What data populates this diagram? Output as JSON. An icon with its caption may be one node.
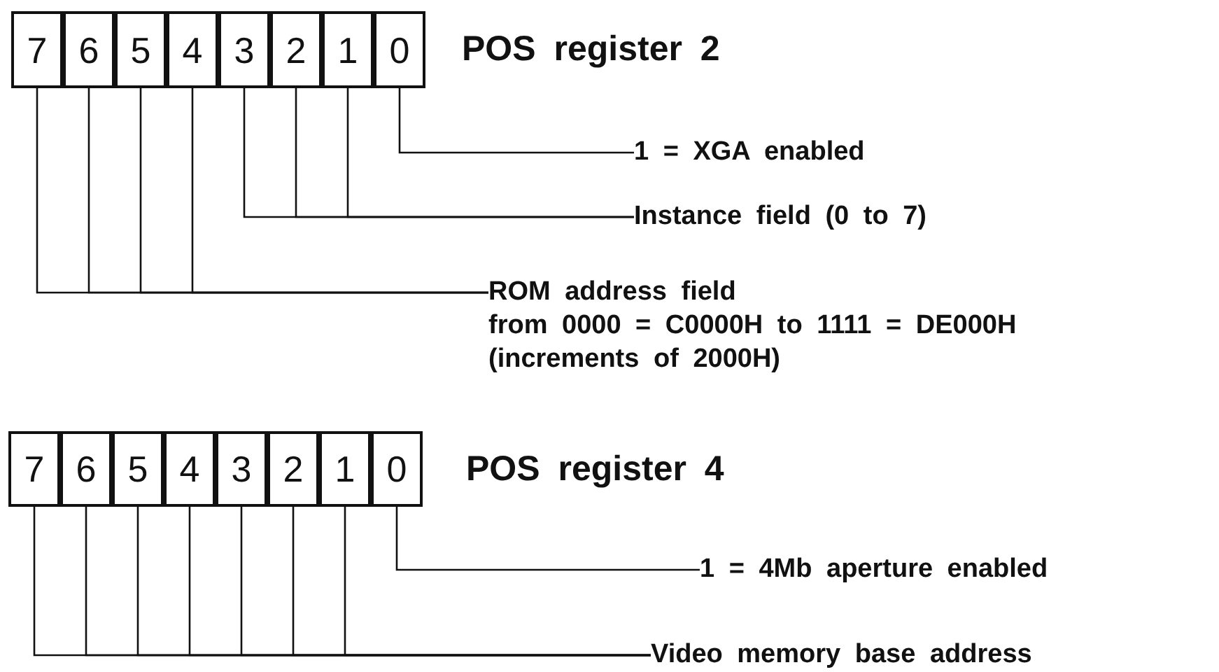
{
  "diagram": {
    "nodes": [
      {
        "text": [
          "7"
        ]
      },
      {
        "text": [
          "6"
        ]
      },
      {
        "text": [
          "5"
        ]
      },
      {
        "text": [
          "4"
        ]
      },
      {
        "text": [
          "3"
        ]
      },
      {
        "text": [
          "2"
        ]
      },
      {
        "text": [
          "1"
        ]
      },
      {
        "text": [
          "0"
        ]
      },
      {
        "text": [
          "1 =  XGA enabled"
        ]
      },
      {
        "text": [
          "Instance field (0 to 7)"
        ]
      },
      {
        "text": [
          "ROM address field",
          "from 0000 = C0000H to 1111 =  DE000H",
          "(increments of 2000H)"
        ]
      },
      {
        "text": [
          "7"
        ]
      },
      {
        "text": [
          "6"
        ]
      },
      {
        "text": [
          "5"
        ]
      },
      {
        "text": [
          "4"
        ]
      },
      {
        "text": [
          "3"
        ]
      },
      {
        "text": [
          "2"
        ]
      },
      {
        "text": [
          "1"
        ]
      },
      {
        "text": [
          "0"
        ]
      },
      {
        "text": [
          "1 = 4Mb aperture enabled"
        ]
      },
      {
        "text": [
          "Video memory base address"
        ]
      }
    ],
    "edges": [
      {
        "from": 8,
        "to": 7,
        "arrow": "none"
      },
      {
        "from": 9,
        "to": 4,
        "arrow": "none"
      },
      {
        "from": 9,
        "to": 5,
        "arrow": "none"
      },
      {
        "from": 9,
        "to": 6,
        "arrow": "none"
      },
      {
        "from": 10,
        "to": 0,
        "arrow": "none"
      },
      {
        "from": 10,
        "to": 1,
        "arrow": "none"
      },
      {
        "from": 10,
        "to": 2,
        "arrow": "none"
      },
      {
        "from": 10,
        "to": 3,
        "arrow": "none"
      },
      {
        "from": 19,
        "to": 18,
        "arrow": "none"
      },
      {
        "from": 20,
        "to": 11,
        "arrow": "none"
      },
      {
        "from": 20,
        "to": 12,
        "arrow": "none"
      },
      {
        "from": 20,
        "to": 13,
        "arrow": "none"
      },
      {
        "from": 20,
        "to": 14,
        "arrow": "none"
      },
      {
        "from": 20,
        "to": 15,
        "arrow": "none"
      },
      {
        "from": 20,
        "to": 16,
        "arrow": "none"
      },
      {
        "from": 20,
        "to": 17,
        "arrow": "none"
      }
    ],
    "labels": [
      "POS register 2",
      "POS register 4"
    ]
  }
}
